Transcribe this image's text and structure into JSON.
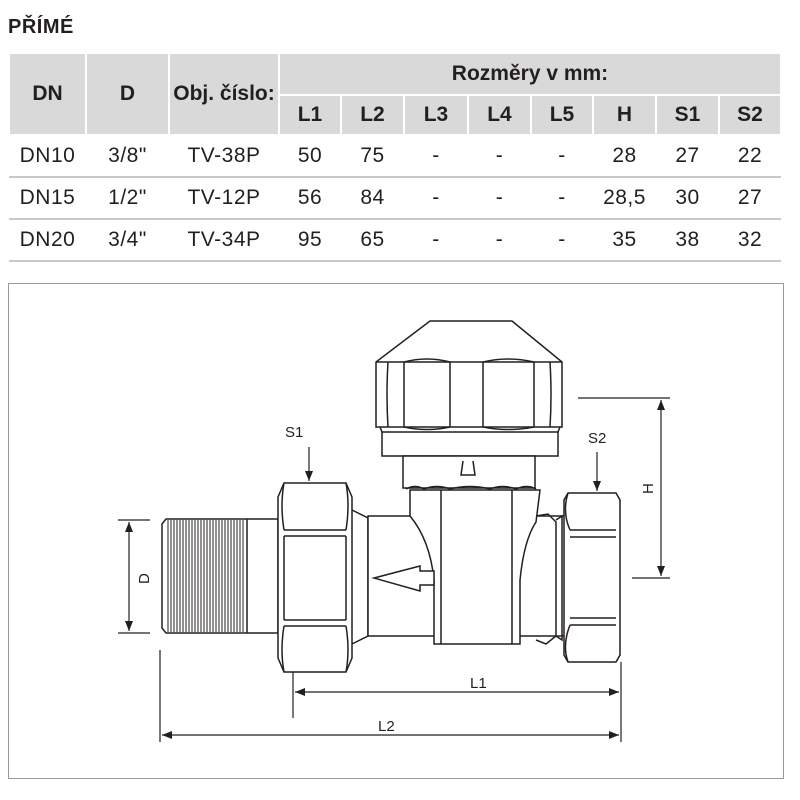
{
  "title": "PŘÍMÉ",
  "table": {
    "headers": {
      "dn": "DN",
      "d": "D",
      "obj": "Obj. číslo:",
      "group": "Rozměry v mm:"
    },
    "dim_columns": [
      "L1",
      "L2",
      "L3",
      "L4",
      "L5",
      "H",
      "S1",
      "S2"
    ],
    "rows": [
      {
        "dn": "DN10",
        "d": "3/8\"",
        "obj": "TV-38P",
        "vals": [
          "50",
          "75",
          "-",
          "-",
          "-",
          "28",
          "27",
          "22"
        ]
      },
      {
        "dn": "DN15",
        "d": "1/2\"",
        "obj": "TV-12P",
        "vals": [
          "56",
          "84",
          "-",
          "-",
          "-",
          "28,5",
          "30",
          "27"
        ]
      },
      {
        "dn": "DN20",
        "d": "3/4\"",
        "obj": "TV-34P",
        "vals": [
          "95",
          "65",
          "-",
          "-",
          "-",
          "35",
          "38",
          "32"
        ]
      }
    ]
  },
  "diagram": {
    "labels": {
      "s1": "S1",
      "s2": "S2",
      "d": "D",
      "h": "H",
      "l1": "L1",
      "l2": "L2"
    }
  }
}
